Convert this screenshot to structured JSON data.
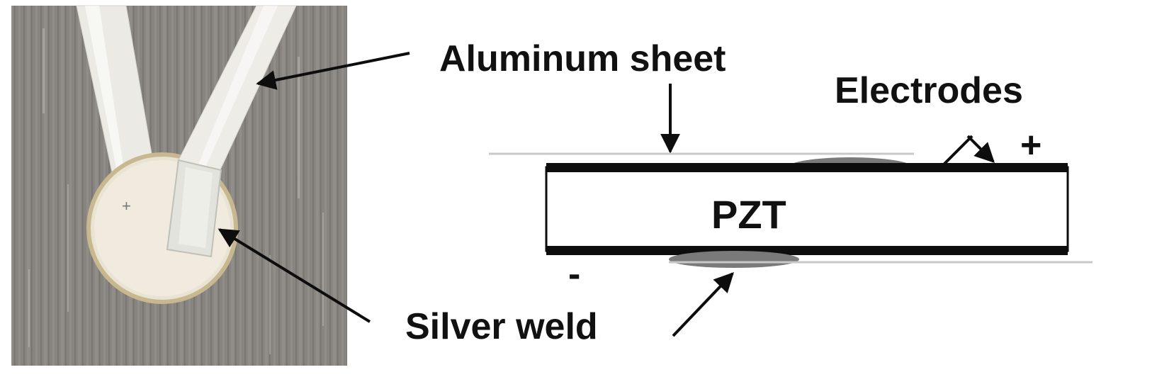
{
  "labels": {
    "aluminum_sheet": "Aluminum sheet",
    "electrodes": "Electrodes",
    "pzt": "PZT",
    "silver_weld": "Silver weld",
    "plus": "+",
    "minus": "-"
  },
  "colors": {
    "background": "#ffffff",
    "text": "#111111",
    "electrode": "#0d0d0d",
    "aluminum": "#c8c8c8",
    "weld": "#7a7a7a",
    "photo_background": "#8a8580"
  }
}
